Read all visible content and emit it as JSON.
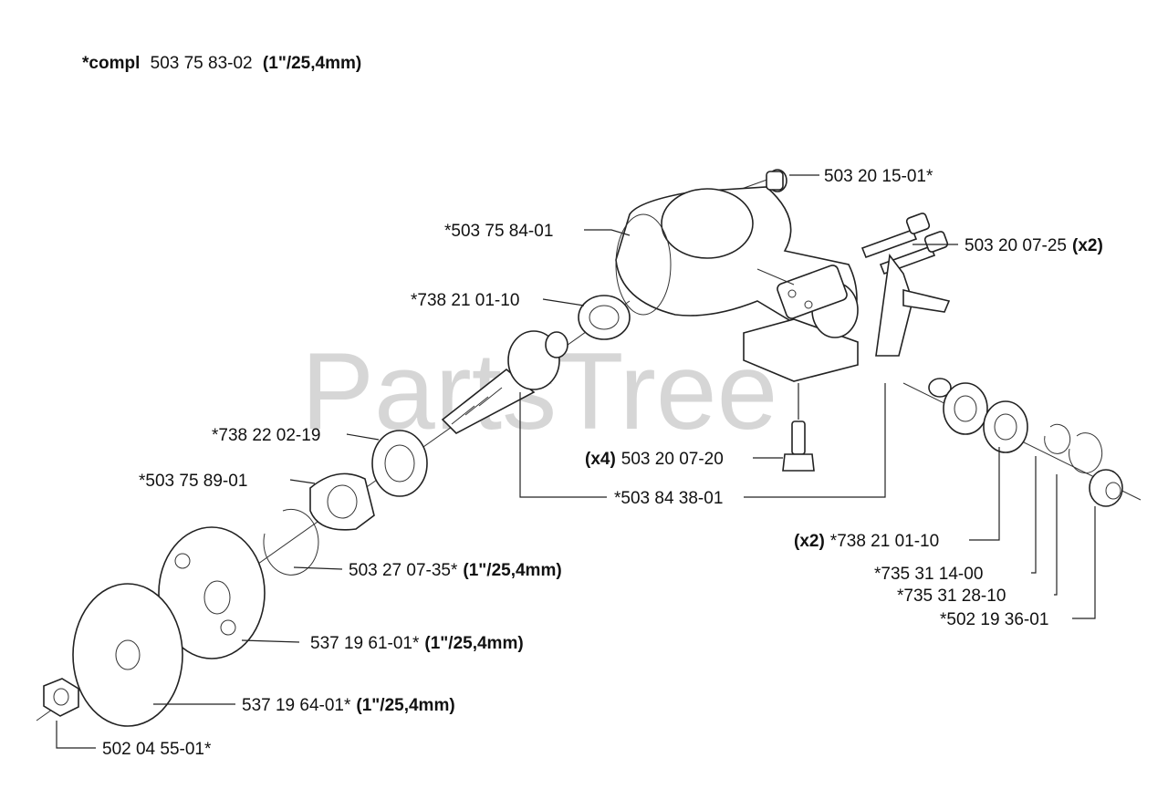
{
  "watermark": "PartsTree",
  "header": {
    "prefix": "*compl",
    "number": "503 75 83-02",
    "size": "(1\"/25,4mm)"
  },
  "callouts": [
    {
      "id": "c1",
      "part": "503 20 15-01*"
    },
    {
      "id": "c2",
      "part": "*503 75 84-01"
    },
    {
      "id": "c3",
      "part": "503 20 07-25",
      "suffix": "(x2)"
    },
    {
      "id": "c4",
      "part": "*738 21 01-10"
    },
    {
      "id": "c5",
      "part": "*738 22 02-19"
    },
    {
      "id": "c6",
      "prefix": "(x4)",
      "part": "503 20 07-20"
    },
    {
      "id": "c7",
      "part": "*503 75 89-01"
    },
    {
      "id": "c8",
      "part": "*503 84 38-01"
    },
    {
      "id": "c9",
      "prefix": "(x2)",
      "part": "*738 21 01-10"
    },
    {
      "id": "c10",
      "part": "503 27 07-35*",
      "suffix": "(1\"/25,4mm)"
    },
    {
      "id": "c11",
      "part": "*735 31 14-00"
    },
    {
      "id": "c12",
      "part": "*735 31 28-10"
    },
    {
      "id": "c13",
      "part": "*502 19 36-01"
    },
    {
      "id": "c14",
      "part": "537 19 61-01*",
      "suffix": "(1\"/25,4mm)"
    },
    {
      "id": "c15",
      "part": "537 19 64-01*",
      "suffix": "(1\"/25,4mm)"
    },
    {
      "id": "c16",
      "part": "502 04 55-01*"
    }
  ]
}
